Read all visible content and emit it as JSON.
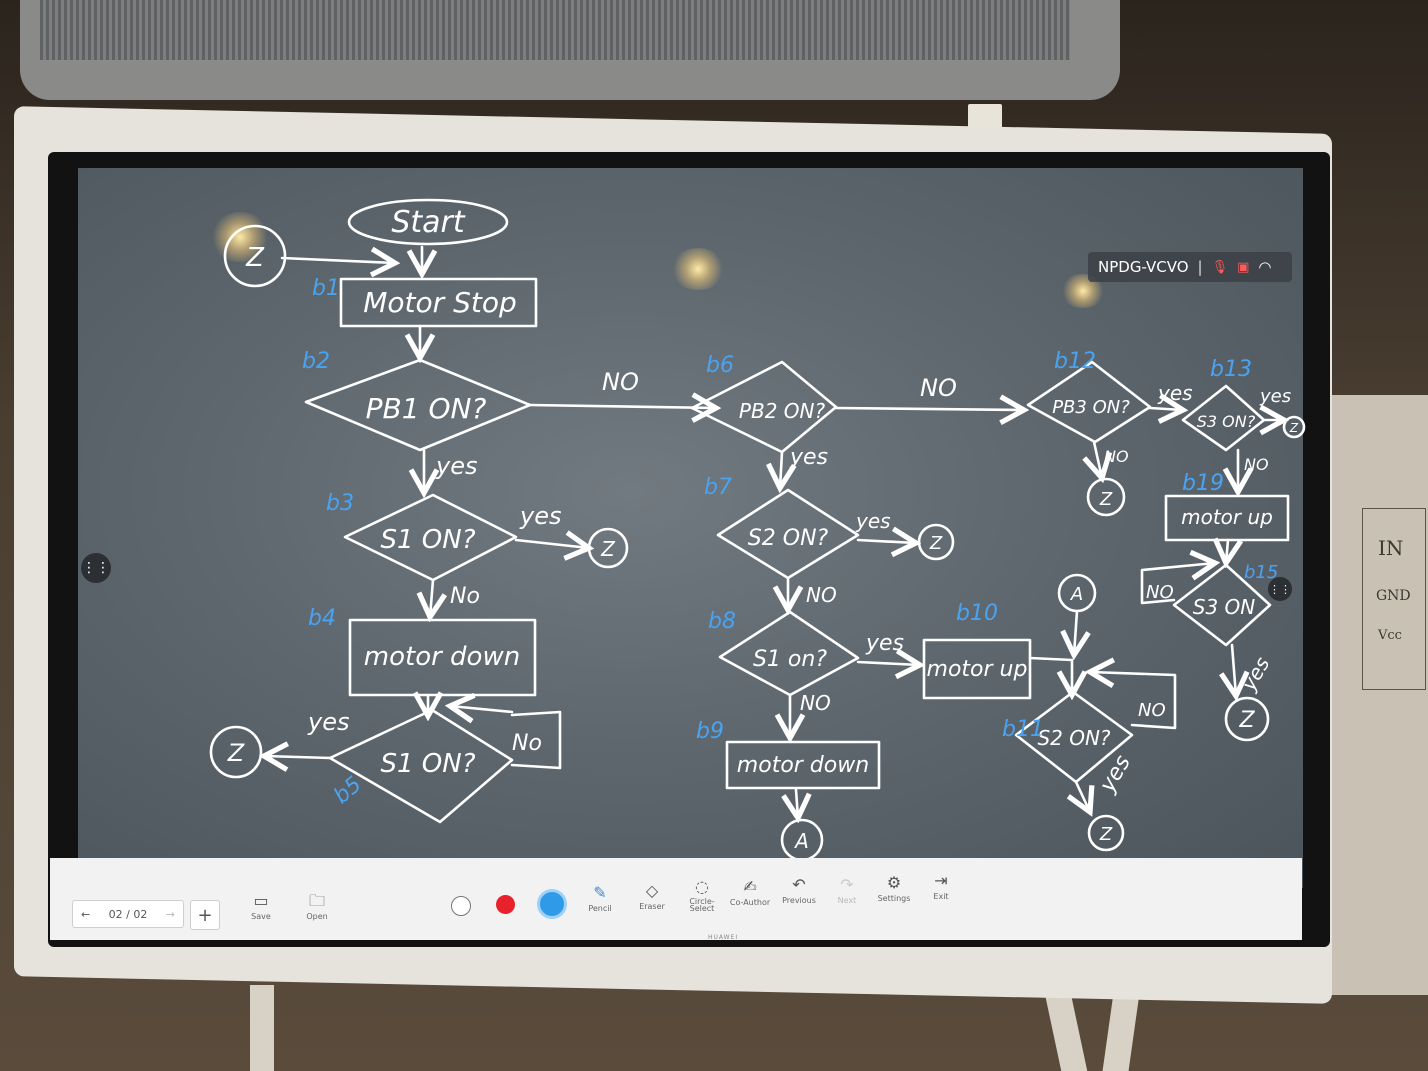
{
  "status_bar": {
    "room_code": "NPDG-VCVO",
    "separator": "|",
    "icons": [
      "mic-muted-icon",
      "camera-off-icon",
      "wifi-icon"
    ]
  },
  "toolbar": {
    "page_indicator": "02 / 02",
    "save_label": "Save",
    "open_label": "Open",
    "pencil_label": "Pencil",
    "eraser_label": "Eraser",
    "circle_select_label": "Circle-\nSelect",
    "co_author_label": "Co-Author",
    "previous_label": "Previous",
    "next_label": "Next",
    "settings_label": "Settings",
    "exit_label": "Exit",
    "pen_colors": [
      "#ffffff",
      "#e8222a",
      "#2f9be8"
    ],
    "selected_color": "#2f9be8"
  },
  "device": {
    "brand": "HUAWEI"
  },
  "flowchart": {
    "start": "Start",
    "motor_stop": "Motor Stop",
    "pb1": "PB1 ON?",
    "s1_a": "S1 ON?",
    "motor_down_a": "motor down",
    "s1_b": "S1 ON?",
    "pb2": "PB2 ON?",
    "s2_a": "S2 ON?",
    "s1_c": "S1 on?",
    "motor_down_b": "motor down",
    "motor_up_a": "motor up",
    "s2_b": "S2 ON?",
    "pb3": "PB3 ON?",
    "s3_a": "S3 ON?",
    "motor_up_b": "motor up",
    "s3_b": "S3 ON",
    "connector_z": "Z",
    "connector_a": "A",
    "yes": "yes",
    "no": "NO",
    "no_alt": "No",
    "block_labels": [
      "b1",
      "b2",
      "b3",
      "b4",
      "b5",
      "b6",
      "b7",
      "b8",
      "b9",
      "b10",
      "b11",
      "b12",
      "b13",
      "b19",
      "b15"
    ]
  },
  "wall_whiteboard": {
    "labels": [
      "IN",
      "GND",
      "Vcc"
    ]
  }
}
